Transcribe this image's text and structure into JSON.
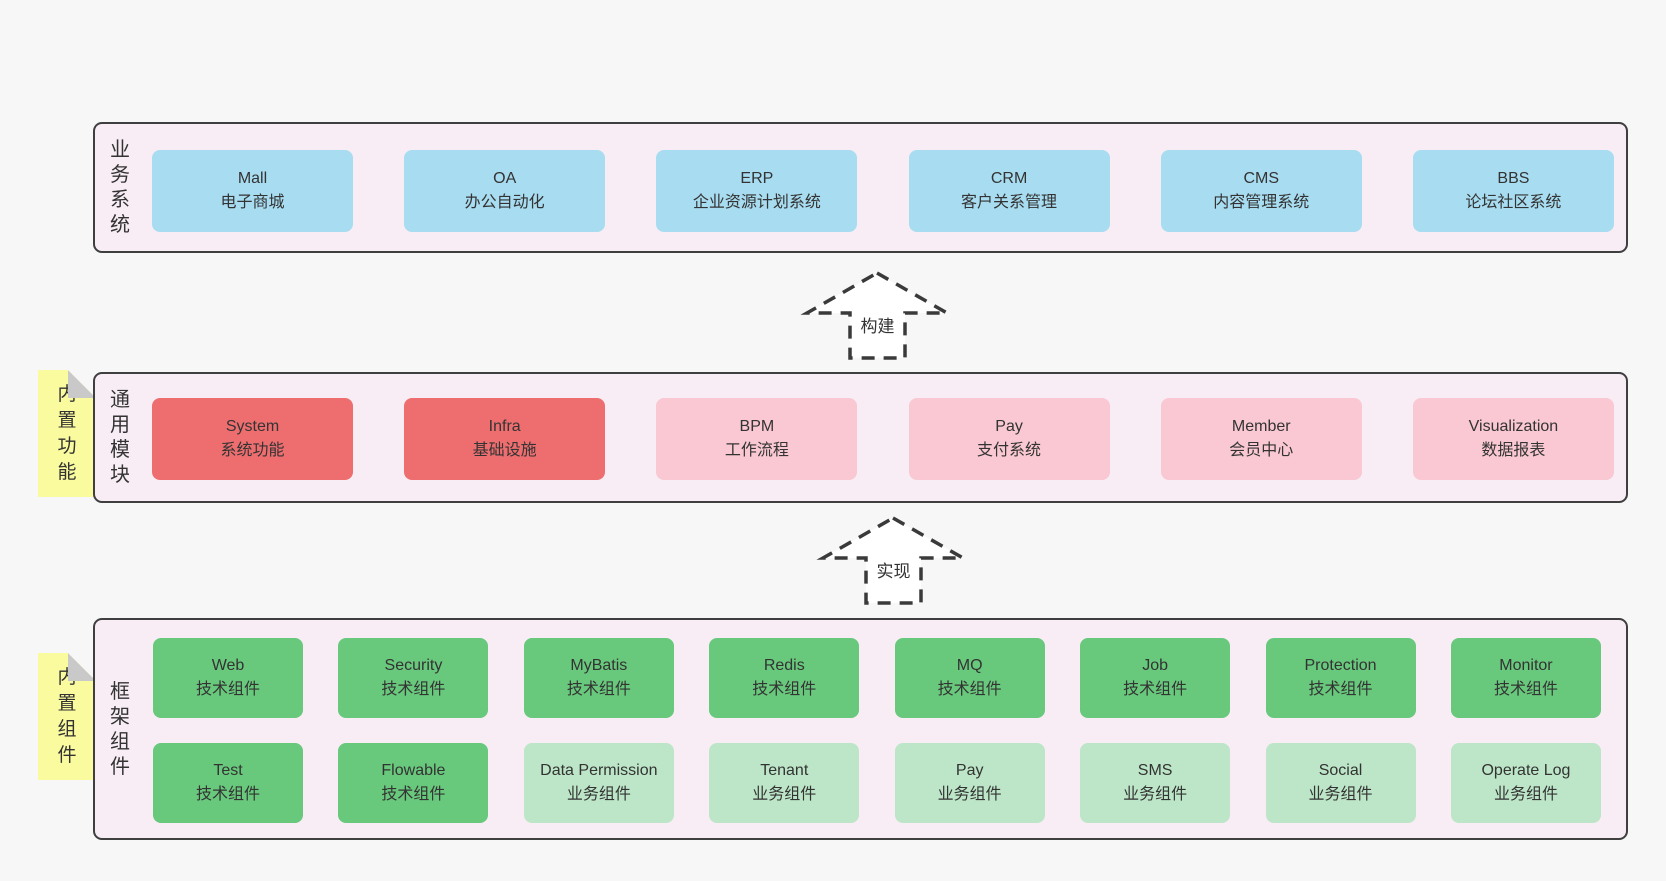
{
  "colors": {
    "page_bg": "#f7f7f7",
    "panel_bg": "#f8edf5",
    "panel_border": "#3f3f3f",
    "box_blue": "#a8dcf0",
    "box_red": "#ee6e6f",
    "box_pink": "#f9c8d2",
    "box_green": "#68c87c",
    "box_light_green": "#bce6c7",
    "note_yellow": "#fafa9e",
    "note_fold": "#c9c9c9",
    "text": "#333333",
    "arrow_stroke": "#3a3a3a"
  },
  "panels": [
    {
      "label": "业务系统",
      "rows": [
        [
          {
            "en": "Mall",
            "zh": "电子商城"
          },
          {
            "en": "OA",
            "zh": "办公自动化"
          },
          {
            "en": "ERP",
            "zh": "企业资源计划系统"
          },
          {
            "en": "CRM",
            "zh": "客户关系管理"
          },
          {
            "en": "CMS",
            "zh": "内容管理系统"
          },
          {
            "en": "BBS",
            "zh": "论坛社区系统"
          }
        ]
      ]
    },
    {
      "label": "通用模块",
      "note": "内置功能",
      "rows": [
        [
          {
            "en": "System",
            "zh": "系统功能"
          },
          {
            "en": "Infra",
            "zh": "基础设施"
          },
          {
            "en": "BPM",
            "zh": "工作流程"
          },
          {
            "en": "Pay",
            "zh": "支付系统"
          },
          {
            "en": "Member",
            "zh": "会员中心"
          },
          {
            "en": "Visualization",
            "zh": "数据报表"
          }
        ]
      ]
    },
    {
      "label": "框架组件",
      "note": "内置组件",
      "rows": [
        [
          {
            "en": "Web",
            "zh": "技术组件"
          },
          {
            "en": "Security",
            "zh": "技术组件"
          },
          {
            "en": "MyBatis",
            "zh": "技术组件"
          },
          {
            "en": "Redis",
            "zh": "技术组件"
          },
          {
            "en": "MQ",
            "zh": "技术组件"
          },
          {
            "en": "Job",
            "zh": "技术组件"
          },
          {
            "en": "Protection",
            "zh": "技术组件"
          },
          {
            "en": "Monitor",
            "zh": "技术组件"
          }
        ],
        [
          {
            "en": "Test",
            "zh": "技术组件"
          },
          {
            "en": "Flowable",
            "zh": "技术组件"
          },
          {
            "en": "Data Permission",
            "zh": "业务组件"
          },
          {
            "en": "Tenant",
            "zh": "业务组件"
          },
          {
            "en": "Pay",
            "zh": "业务组件"
          },
          {
            "en": "SMS",
            "zh": "业务组件"
          },
          {
            "en": "Social",
            "zh": "业务组件"
          },
          {
            "en": "Operate Log",
            "zh": "业务组件"
          }
        ]
      ]
    }
  ],
  "arrows": [
    {
      "label": "构建"
    },
    {
      "label": "实现"
    }
  ]
}
